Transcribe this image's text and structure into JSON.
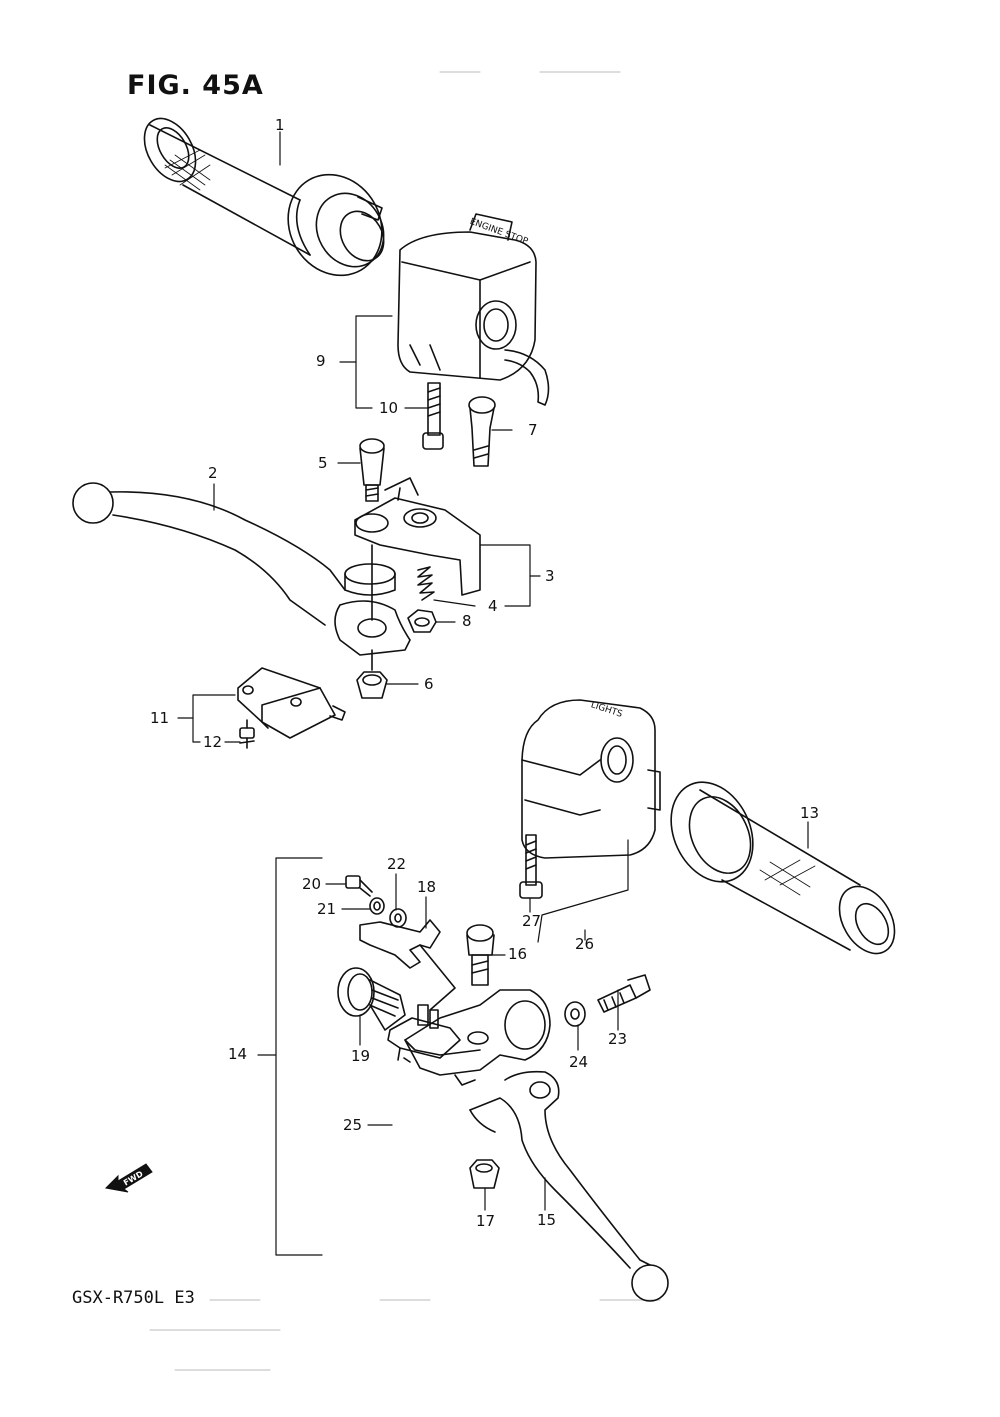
{
  "figure": {
    "title": "FIG. 45A",
    "model_code": "GSX-R750L  E3",
    "direction_marker": "FWD"
  },
  "callouts": [
    {
      "number": "1"
    },
    {
      "number": "2"
    },
    {
      "number": "3"
    },
    {
      "number": "4"
    },
    {
      "number": "5"
    },
    {
      "number": "6"
    },
    {
      "number": "7"
    },
    {
      "number": "8"
    },
    {
      "number": "9"
    },
    {
      "number": "10"
    },
    {
      "number": "11"
    },
    {
      "number": "12"
    },
    {
      "number": "13"
    },
    {
      "number": "14"
    },
    {
      "number": "15"
    },
    {
      "number": "16"
    },
    {
      "number": "17"
    },
    {
      "number": "18"
    },
    {
      "number": "19"
    },
    {
      "number": "20"
    },
    {
      "number": "21"
    },
    {
      "number": "22"
    },
    {
      "number": "23"
    },
    {
      "number": "24"
    },
    {
      "number": "25"
    },
    {
      "number": "26"
    },
    {
      "number": "27"
    }
  ],
  "switch_box_labels": {
    "left": "ENGINE STOP",
    "right": "LIGHTS"
  }
}
